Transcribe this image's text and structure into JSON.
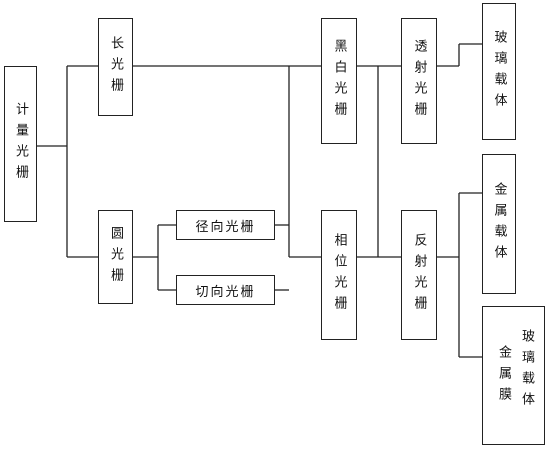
{
  "diagram": {
    "root": "计量光栅",
    "long": "长光栅",
    "circular": "圆光栅",
    "radial": "径向光栅",
    "tangential": "切向光栅",
    "bw": "黑白光栅",
    "phase": "相位光栅",
    "transmission": "透射光栅",
    "reflection": "反射光栅",
    "glass": "玻璃载体",
    "metal": "金属载体",
    "metal_film": "金属膜",
    "glass_carrier": "玻璃载体"
  }
}
